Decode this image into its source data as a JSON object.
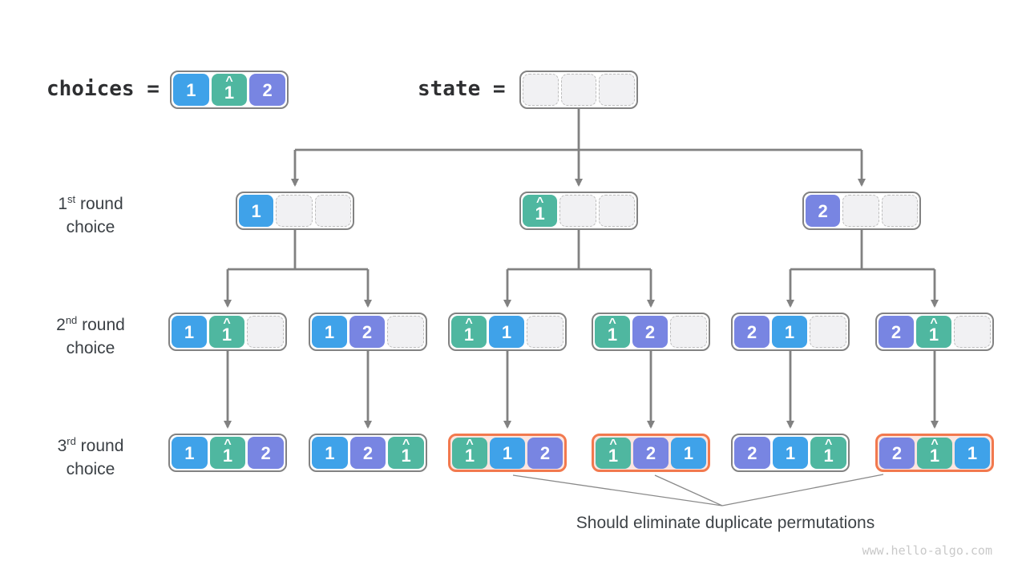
{
  "header": {
    "choices_label": "choices =",
    "state_label": "state ="
  },
  "colors": {
    "blue": "#3FA2E9",
    "teal": "#4FB7A0",
    "purple": "#7885E2",
    "empty_bg": "#F1F1F3",
    "empty_border": "#BDBDBD",
    "box_border": "#828282",
    "box_bg": "#FFFFFF",
    "highlight_border": "#F2794E",
    "highlight_bg": "#FBE5E0",
    "arrow": "#818181",
    "label_text": "#3B4045",
    "cell_text": "#FFFFFF",
    "annotation_line": "#8A8A8A",
    "watermark_text": "#C9C9C9"
  },
  "choices": {
    "cells": [
      {
        "value": "1",
        "color": "blue"
      },
      {
        "value": "1",
        "color": "teal",
        "hat": true
      },
      {
        "value": "2",
        "color": "purple"
      }
    ]
  },
  "state": {
    "cells": [
      {
        "empty": true
      },
      {
        "empty": true
      },
      {
        "empty": true
      }
    ]
  },
  "rows": [
    {
      "id": "round1",
      "label": {
        "ordinal": "1",
        "suffix": "st",
        "rest": " round",
        "line2": "choice"
      },
      "boxes": [
        {
          "cells": [
            {
              "value": "1",
              "color": "blue"
            },
            {
              "empty": true
            },
            {
              "empty": true
            }
          ]
        },
        {
          "cells": [
            {
              "value": "1",
              "color": "teal",
              "hat": true
            },
            {
              "empty": true
            },
            {
              "empty": true
            }
          ]
        },
        {
          "cells": [
            {
              "value": "2",
              "color": "purple"
            },
            {
              "empty": true
            },
            {
              "empty": true
            }
          ]
        }
      ]
    },
    {
      "id": "round2",
      "label": {
        "ordinal": "2",
        "suffix": "nd",
        "rest": " round",
        "line2": "choice"
      },
      "boxes": [
        {
          "cells": [
            {
              "value": "1",
              "color": "blue"
            },
            {
              "value": "1",
              "color": "teal",
              "hat": true
            },
            {
              "empty": true
            }
          ]
        },
        {
          "cells": [
            {
              "value": "1",
              "color": "blue"
            },
            {
              "value": "2",
              "color": "purple"
            },
            {
              "empty": true
            }
          ]
        },
        {
          "cells": [
            {
              "value": "1",
              "color": "teal",
              "hat": true
            },
            {
              "value": "1",
              "color": "blue"
            },
            {
              "empty": true
            }
          ]
        },
        {
          "cells": [
            {
              "value": "1",
              "color": "teal",
              "hat": true
            },
            {
              "value": "2",
              "color": "purple"
            },
            {
              "empty": true
            }
          ]
        },
        {
          "cells": [
            {
              "value": "2",
              "color": "purple"
            },
            {
              "value": "1",
              "color": "blue"
            },
            {
              "empty": true
            }
          ]
        },
        {
          "cells": [
            {
              "value": "2",
              "color": "purple"
            },
            {
              "value": "1",
              "color": "teal",
              "hat": true
            },
            {
              "empty": true
            }
          ]
        }
      ]
    },
    {
      "id": "round3",
      "label": {
        "ordinal": "3",
        "suffix": "rd",
        "rest": " round",
        "line2": "choice"
      },
      "boxes": [
        {
          "cells": [
            {
              "value": "1",
              "color": "blue"
            },
            {
              "value": "1",
              "color": "teal",
              "hat": true
            },
            {
              "value": "2",
              "color": "purple"
            }
          ]
        },
        {
          "cells": [
            {
              "value": "1",
              "color": "blue"
            },
            {
              "value": "2",
              "color": "purple"
            },
            {
              "value": "1",
              "color": "teal",
              "hat": true
            }
          ]
        },
        {
          "highlight": true,
          "cells": [
            {
              "value": "1",
              "color": "teal",
              "hat": true
            },
            {
              "value": "1",
              "color": "blue"
            },
            {
              "value": "2",
              "color": "purple"
            }
          ]
        },
        {
          "highlight": true,
          "cells": [
            {
              "value": "1",
              "color": "teal",
              "hat": true
            },
            {
              "value": "2",
              "color": "purple"
            },
            {
              "value": "1",
              "color": "blue"
            }
          ]
        },
        {
          "cells": [
            {
              "value": "2",
              "color": "purple"
            },
            {
              "value": "1",
              "color": "blue"
            },
            {
              "value": "1",
              "color": "teal",
              "hat": true
            }
          ]
        },
        {
          "highlight": true,
          "cells": [
            {
              "value": "2",
              "color": "purple"
            },
            {
              "value": "1",
              "color": "teal",
              "hat": true
            },
            {
              "value": "1",
              "color": "blue"
            }
          ]
        }
      ]
    }
  ],
  "annotation": {
    "text": "Should eliminate duplicate permutations"
  },
  "watermark": {
    "text": "www.hello-algo.com"
  }
}
